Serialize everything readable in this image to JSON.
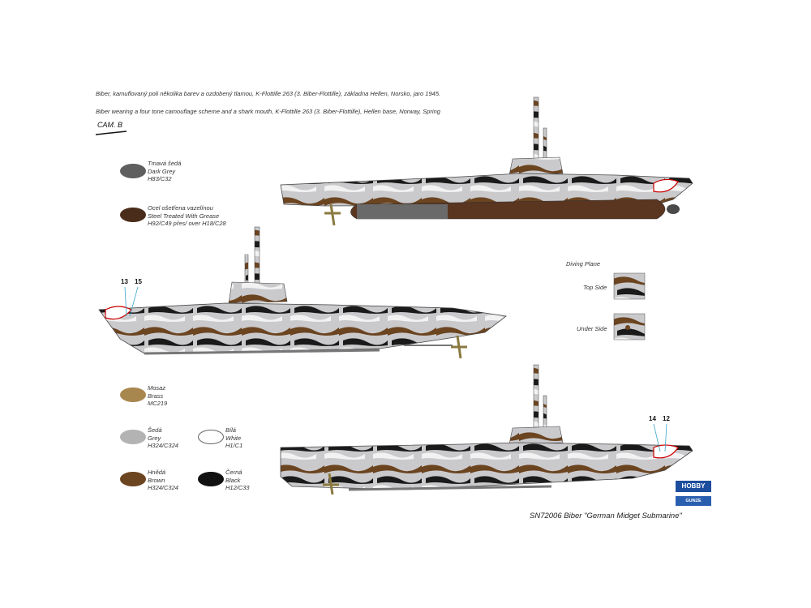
{
  "header": {
    "line_cz": "Biber, kamuflovaný poli několika barev a ozdobený tlamou, K-Flottille 263 (3. Biber-Flottille), základna Hellen, Norsko, jaro 1945.",
    "line_en": "Biber wearing a four tone camouflage scheme and a shark mouth, K-Flottille 263 (3. Biber-Flottille), Hellen base, Norway, Spring",
    "cam_label": "CAM. B"
  },
  "legend": [
    {
      "lines": [
        "Tmavá šedá",
        "Dark Grey",
        "H83/C32"
      ],
      "color": "#5f5f5f"
    },
    {
      "lines": [
        "Ocel ošetřena vazelínou",
        "Steel Treated With Grease",
        "H92/C49 přes/ over H18/C28"
      ],
      "color": "#4a2c1a"
    },
    {
      "lines": [
        "Mosaz",
        "Brass",
        "MC219"
      ],
      "color": "#a8874e"
    },
    {
      "lines": [
        "Šedá",
        "Grey",
        "H324/C324"
      ],
      "color": "#b3b3b3"
    },
    {
      "lines": [
        "Bílá",
        "White",
        "H1/C1"
      ],
      "color": "#ffffff"
    },
    {
      "lines": [
        "Hnědá",
        "Brown",
        "H324/C324"
      ],
      "color": "#6b4420"
    },
    {
      "lines": [
        "Černá",
        "Black",
        "H12/C33"
      ],
      "color": "#111111"
    }
  ],
  "markings": {
    "left_a": "13",
    "left_b": "15",
    "right_a": "14",
    "right_b": "12"
  },
  "diving_plane": {
    "title": "Diving Plane",
    "top": "Top Side",
    "under": "Under Side"
  },
  "footer": {
    "caption": "SN72006 Biber \"German Midget Submarine\"",
    "logo1": "HOBBY",
    "logo2": "GUNZE SANGYO"
  },
  "colors": {
    "hull_grey": "#c9c9cc",
    "camo_brown": "#6b4420",
    "camo_black": "#1a1a1a",
    "camo_white": "#f2f2f2",
    "torpedo": "#5a3520"
  }
}
